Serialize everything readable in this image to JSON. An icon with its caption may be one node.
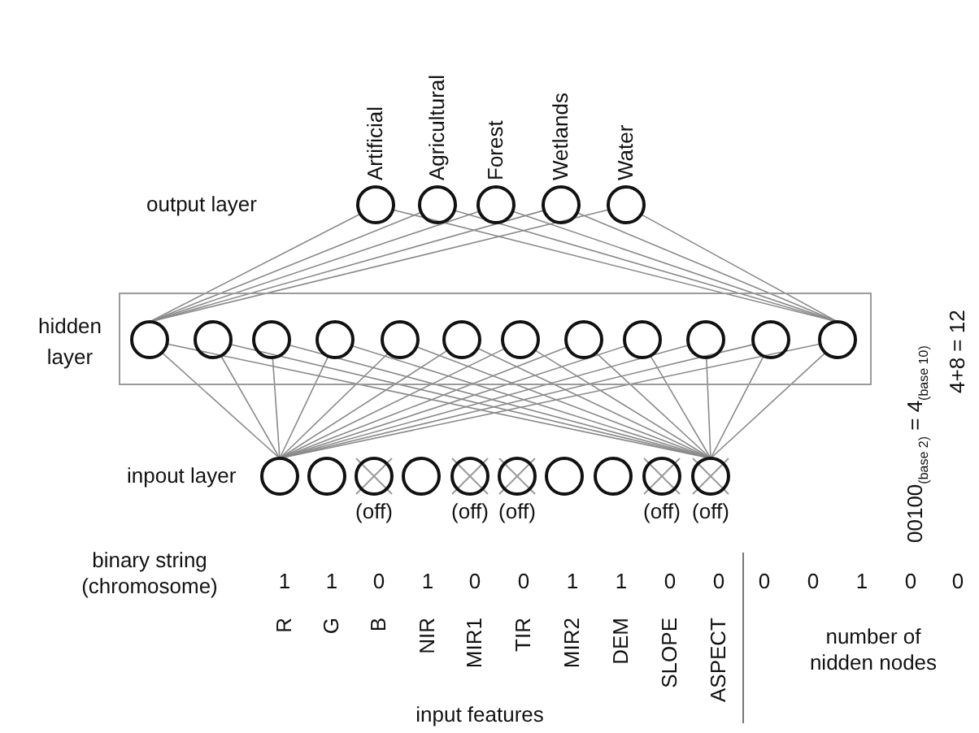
{
  "diagram": {
    "nodes": [
      {
        "text": [],
        "shape": "circle",
        "beside": [
          "Artificial"
        ]
      },
      {
        "text": [],
        "shape": "circle",
        "beside": [
          "Agricultural"
        ]
      },
      {
        "text": [],
        "shape": "circle",
        "beside": [
          "Forest"
        ]
      },
      {
        "text": [],
        "shape": "circle",
        "beside": [
          "Wetlands"
        ]
      },
      {
        "text": [],
        "shape": "circle",
        "beside": [
          "Water"
        ]
      },
      {
        "text": [
          "hidden layer"
        ]
      },
      {
        "text": [],
        "shape": "circle",
        "in": 5
      },
      {
        "text": [],
        "shape": "circle",
        "in": 5
      },
      {
        "text": [],
        "shape": "circle",
        "in": 5
      },
      {
        "text": [],
        "shape": "circle",
        "in": 5
      },
      {
        "text": [],
        "shape": "circle",
        "in": 5
      },
      {
        "text": [],
        "shape": "circle",
        "in": 5
      },
      {
        "text": [],
        "shape": "circle",
        "in": 5
      },
      {
        "text": [],
        "shape": "circle",
        "in": 5
      },
      {
        "text": [],
        "shape": "circle",
        "in": 5
      },
      {
        "text": [],
        "shape": "circle",
        "in": 5
      },
      {
        "text": [],
        "shape": "circle",
        "in": 5
      },
      {
        "text": [],
        "shape": "circle",
        "in": 5
      },
      {
        "text": [],
        "shape": "circle"
      },
      {
        "text": [],
        "shape": "circle"
      },
      {
        "text": [],
        "shape": "circle",
        "beside": [
          "(off)"
        ]
      },
      {
        "text": [],
        "shape": "circle"
      },
      {
        "text": [],
        "shape": "circle",
        "beside": [
          "(off)"
        ]
      },
      {
        "text": [],
        "shape": "circle",
        "beside": [
          "(off)"
        ]
      },
      {
        "text": [],
        "shape": "circle"
      },
      {
        "text": [],
        "shape": "circle"
      },
      {
        "text": [],
        "shape": "circle",
        "beside": [
          "(off)"
        ]
      },
      {
        "text": [],
        "shape": "circle",
        "beside": [
          "(off)"
        ]
      }
    ],
    "edges": [
      {
        "from": 6,
        "to": 0,
        "arrow": "none"
      },
      {
        "from": 6,
        "to": 1,
        "arrow": "none"
      },
      {
        "from": 6,
        "to": 2,
        "arrow": "none"
      },
      {
        "from": 6,
        "to": 3,
        "arrow": "none"
      },
      {
        "from": 6,
        "to": 4,
        "arrow": "none"
      },
      {
        "from": 17,
        "to": 0,
        "arrow": "none"
      },
      {
        "from": 17,
        "to": 1,
        "arrow": "none"
      },
      {
        "from": 17,
        "to": 2,
        "arrow": "none"
      },
      {
        "from": 17,
        "to": 3,
        "arrow": "none"
      },
      {
        "from": 17,
        "to": 4,
        "arrow": "none"
      },
      {
        "from": 18,
        "to": 6,
        "arrow": "none"
      },
      {
        "from": 18,
        "to": 7,
        "arrow": "none"
      },
      {
        "from": 18,
        "to": 8,
        "arrow": "none"
      },
      {
        "from": 18,
        "to": 9,
        "arrow": "none"
      },
      {
        "from": 18,
        "to": 10,
        "arrow": "none"
      },
      {
        "from": 18,
        "to": 11,
        "arrow": "none"
      },
      {
        "from": 18,
        "to": 12,
        "arrow": "none"
      },
      {
        "from": 18,
        "to": 13,
        "arrow": "none"
      },
      {
        "from": 18,
        "to": 14,
        "arrow": "none"
      },
      {
        "from": 18,
        "to": 15,
        "arrow": "none"
      },
      {
        "from": 18,
        "to": 16,
        "arrow": "none"
      },
      {
        "from": 18,
        "to": 17,
        "arrow": "none"
      },
      {
        "from": 27,
        "to": 6,
        "arrow": "none"
      },
      {
        "from": 27,
        "to": 7,
        "arrow": "none"
      },
      {
        "from": 27,
        "to": 8,
        "arrow": "none"
      },
      {
        "from": 27,
        "to": 9,
        "arrow": "none"
      },
      {
        "from": 27,
        "to": 10,
        "arrow": "none"
      },
      {
        "from": 27,
        "to": 11,
        "arrow": "none"
      },
      {
        "from": 27,
        "to": 12,
        "arrow": "none"
      },
      {
        "from": 27,
        "to": 13,
        "arrow": "none"
      },
      {
        "from": 27,
        "to": 14,
        "arrow": "none"
      },
      {
        "from": 27,
        "to": 15,
        "arrow": "none"
      },
      {
        "from": 27,
        "to": 16,
        "arrow": "none"
      },
      {
        "from": 27,
        "to": 17,
        "arrow": "none"
      }
    ],
    "labels": [
      "output layer",
      "00100$_{(base 2)}$ = 4$_{(base 10)}$",
      "4+8 = 12",
      "inpout layer",
      "binary string (chromosome)",
      "1",
      "1",
      "0",
      "1",
      "0",
      "0",
      "1",
      "1",
      "0",
      "0",
      "0",
      "0",
      "1",
      "0",
      "0",
      "R",
      "G",
      "B",
      "NIR",
      "MIR1",
      "TIR",
      "MIR2",
      "DEM",
      "SLOPE",
      "ASPECT",
      "number of nidden nodes",
      "input features"
    ]
  }
}
